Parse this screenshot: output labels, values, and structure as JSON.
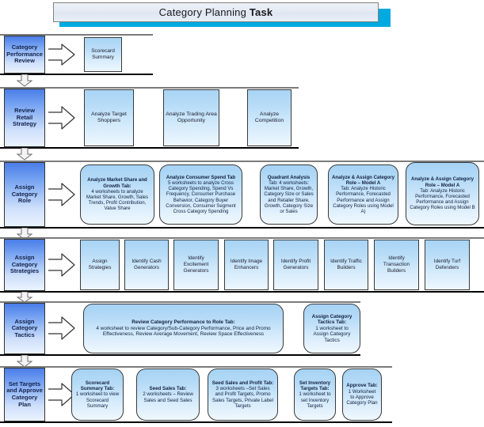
{
  "banner": {
    "title_regular": "Category Planning ",
    "title_bold": "Task",
    "accent_color": "#00A9E0"
  },
  "colors": {
    "stage_gradient_top": "#4A7DE8",
    "stage_gradient_bottom": "#EAF2FE",
    "card_gradient_top": "#A8D4F5",
    "card_gradient_bottom": "#EEF7FE",
    "lane_line": "#7B7B7B"
  },
  "rows": [
    {
      "stage": "Category Performance Review",
      "arrow_icon": "chevron-right-arrow",
      "cards": [
        {
          "title": "Scorecard Summary",
          "body": ""
        }
      ]
    },
    {
      "stage": "Review Retail Strategy",
      "arrow_icon": "chevron-right-arrow",
      "cards": [
        {
          "title": "Analyze Target Shoppers",
          "body": ""
        },
        {
          "title": "Analyze Trading Area Opportunity",
          "body": ""
        },
        {
          "title": "Analyze Competition",
          "body": ""
        }
      ]
    },
    {
      "stage": "Assign Category Role",
      "arrow_icon": "chevron-right-arrow",
      "cards": [
        {
          "title": "Analyze Market Share and Growth Tab:",
          "body": "4 worksheets to analyze Market Share, Growth, Sales Trends, Profit Contribution, Value Share"
        },
        {
          "title": "Analyze Consumer Spend Tab",
          "body": "5 worksheets to analyze Cross Category Spending, Spend Vs Frequency, Consumer Purchase Behavior, Category Buyer Conversion, Consumer Segment Cross Category Spending"
        },
        {
          "title": "Quadrant Analysis",
          "body": "Tab: 4 worksheets: Market Share, Growth, Category Size or Sales and Retailer Share, Growth, Category Size or Sales"
        },
        {
          "title": "Analyze & Assign Category Role – Model A",
          "body": "Tab: Analyze Historic Performance, Forecasted Performance and Assign Category Roles using Model A)"
        },
        {
          "title": "Analyze & Assign Category Role – Model A",
          "body": "Tab:  Analyze Historic Performance, Forecasted Performance and Assign Category Roles using Model B"
        }
      ]
    },
    {
      "stage": "Assign Category Strategies",
      "arrow_icon": "chevron-right-arrow",
      "cards": [
        {
          "title": "Assign Strategies",
          "body": ""
        },
        {
          "title": "Identify Cash Generators",
          "body": ""
        },
        {
          "title": "Identify Excitement Generators",
          "body": ""
        },
        {
          "title": "Identify Image Enhancers",
          "body": ""
        },
        {
          "title": "Identify Profit Generators",
          "body": ""
        },
        {
          "title": "Identify Traffic Builders",
          "body": ""
        },
        {
          "title": "Identify Transaction Builders",
          "body": ""
        },
        {
          "title": "Identify Turf Defenders",
          "body": ""
        }
      ]
    },
    {
      "stage": "Assign Category Tactics",
      "arrow_icon": "chevron-right-arrow",
      "cards": [
        {
          "title": "Review Category Performance to Role Tab:",
          "body": "4 worksheet to review Category/Sub-Category Performance, Price and Promo Effectiveness, Review Average Movement, Review Space Effectiveness"
        },
        {
          "title": "Assign Category Tactics Tab:",
          "body": "1 worksheet to Assign Category Tactics"
        }
      ]
    },
    {
      "stage": "Set Targets and Approve Category Plan",
      "arrow_icon": "chevron-right-arrow",
      "cards": [
        {
          "title": "Scorecard Summary Tab:",
          "body": "1 worksheet to view Scorecard Summary"
        },
        {
          "title": "Seed Sales Tab:",
          "body": "2 worksheets – Review Sales and Seed Sales"
        },
        {
          "title": "Seed Sales and Profit Tab:",
          "body": "3 worksheets –Set Sales and Profit Targets, Promo Sales Targets, Private Label Targets"
        },
        {
          "title": "Set Inventory Targets Tab:",
          "body": "1 worksheet to set Inventory Targets"
        },
        {
          "title": "Approve Tab:",
          "body": "1 Worksheet to Approve Category Plan"
        }
      ]
    }
  ]
}
